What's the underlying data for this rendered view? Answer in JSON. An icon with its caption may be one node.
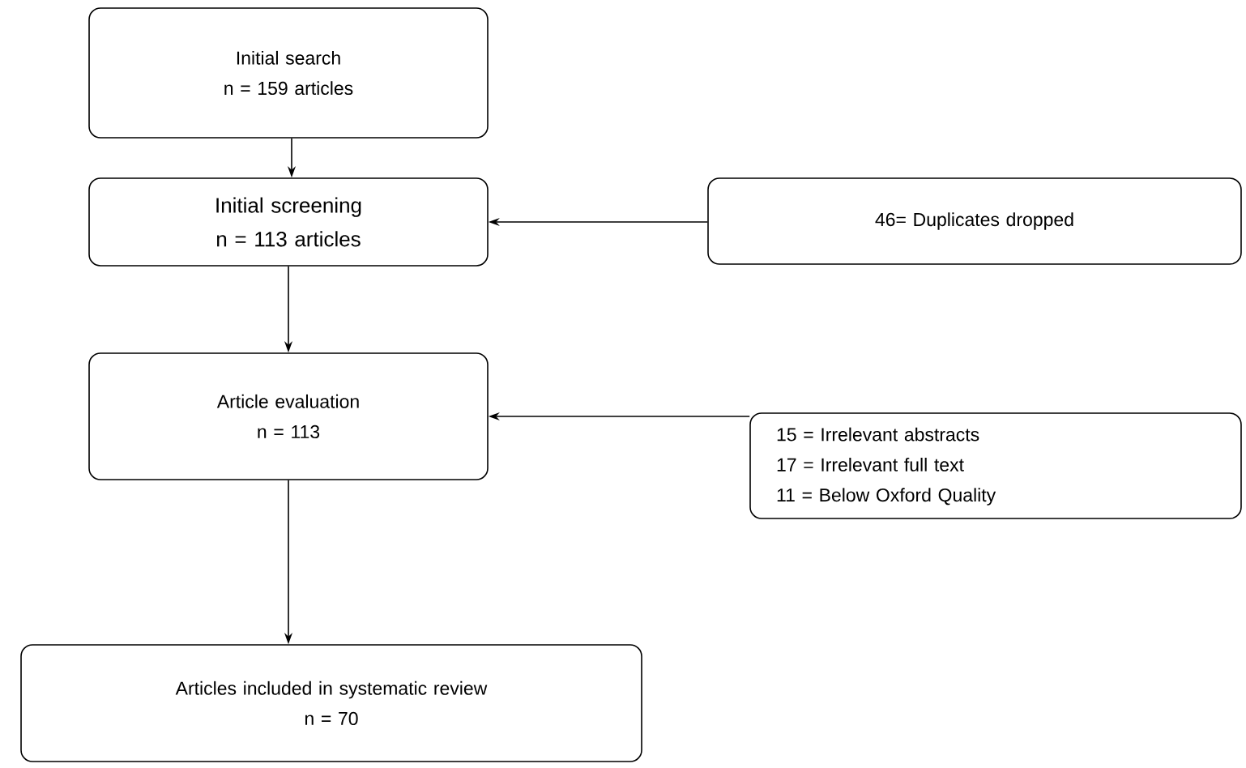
{
  "diagram": {
    "nodes": [
      {
        "text": [
          "Initial search",
          "n = 159 articles"
        ]
      },
      {
        "text": [
          "Initial screening",
          "n = 113 articles"
        ]
      },
      {
        "text": [
          "46= Duplicates dropped"
        ]
      },
      {
        "text": [
          "Article evaluation",
          "n = 113"
        ]
      },
      {
        "text": [
          "15 = Irrelevant abstracts",
          "17 = Irrelevant full text",
          "11 = Below Oxford Quality"
        ]
      },
      {
        "text": [
          "Articles included in systematic review",
          "n = 70"
        ]
      }
    ],
    "edges": [
      {
        "from": 0,
        "to": 1,
        "arrow": "to"
      },
      {
        "from": 2,
        "to": 1,
        "arrow": "to"
      },
      {
        "from": 1,
        "to": 3,
        "arrow": "to"
      },
      {
        "from": 4,
        "to": 3,
        "arrow": "to"
      },
      {
        "from": 3,
        "to": 5,
        "arrow": "to"
      }
    ]
  }
}
